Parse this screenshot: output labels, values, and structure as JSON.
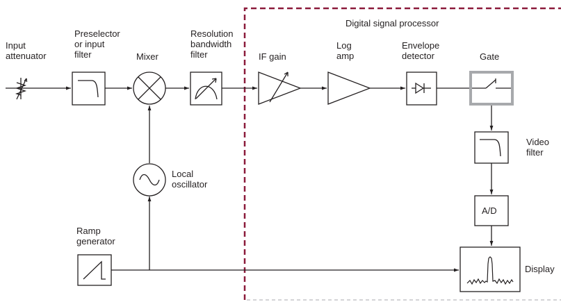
{
  "colors": {
    "stroke": "#231f20",
    "dsp_boundary": "#8b1a3a",
    "gate_box": "#a7a9ac",
    "background": "#ffffff"
  },
  "region": {
    "title": "Digital signal processor"
  },
  "blocks": {
    "input_attenuator": {
      "label": "Input\nattenuator",
      "icon": "variable-attenuator-icon"
    },
    "preselector": {
      "label": "Preselector\nor input\nfilter",
      "icon": "lowpass-filter-icon"
    },
    "mixer": {
      "label": "Mixer",
      "icon": "mixer-icon"
    },
    "rbw_filter": {
      "label": "Resolution\nbandwidth\nfilter",
      "icon": "bandpass-filter-icon"
    },
    "if_gain": {
      "label": "IF gain",
      "icon": "variable-gain-amplifier-icon"
    },
    "log_amp": {
      "label": "Log\namp",
      "icon": "amplifier-icon"
    },
    "envelope_detector": {
      "label": "Envelope\ndetector",
      "icon": "diode-icon"
    },
    "gate": {
      "label": "Gate",
      "icon": "switch-icon"
    },
    "video_filter": {
      "label": "Video\nfilter",
      "icon": "lowpass-filter-icon"
    },
    "adc": {
      "label": "A/D",
      "icon": "adc-icon"
    },
    "display": {
      "label": "Display",
      "icon": "spectrum-trace-icon"
    },
    "local_oscillator": {
      "label": "Local\noscillator",
      "icon": "sine-wave-icon"
    },
    "ramp_generator": {
      "label": "Ramp\ngenerator",
      "icon": "ramp-icon"
    }
  }
}
